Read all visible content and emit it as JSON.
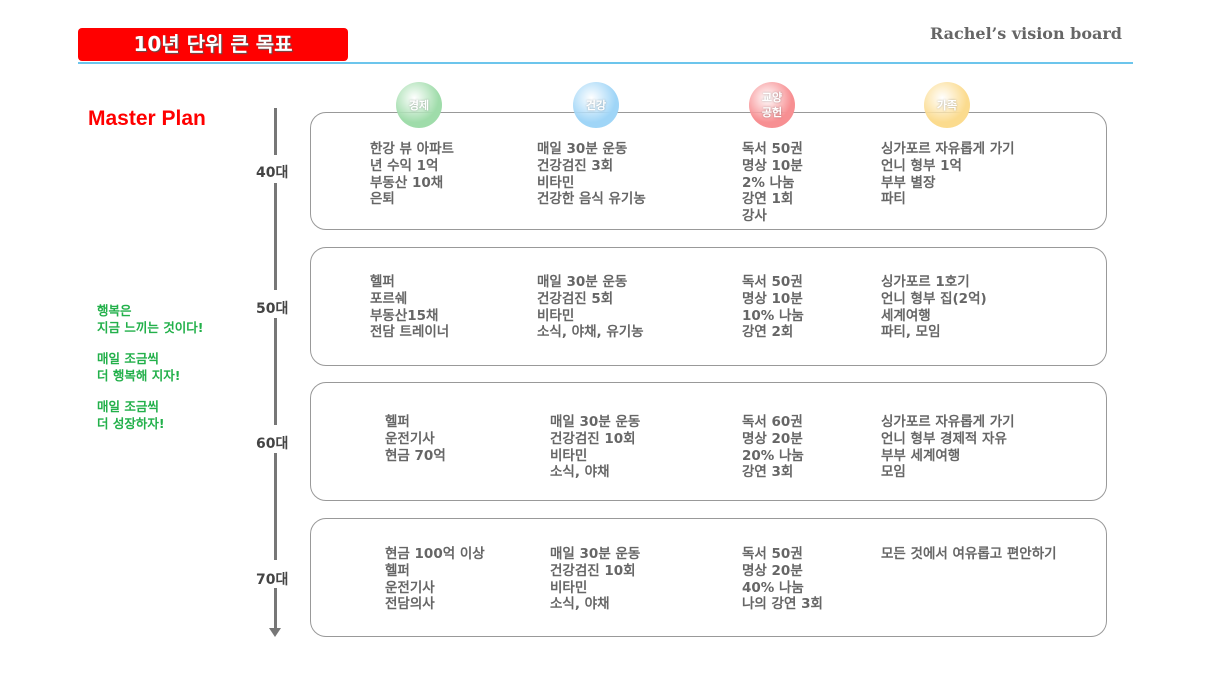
{
  "header": {
    "banner": "10년 단위 큰 목표",
    "board_title": "Rachel’s vision board"
  },
  "sidebar": {
    "master_plan": "Master Plan",
    "quotes": [
      "행복은\n지금 느끼는 것이다!",
      "매일 조금씩\n더 행복해 지자!",
      "매일 조금씩\n더 성장하자!"
    ]
  },
  "categories": [
    {
      "label": "경제",
      "color": "#9fdcaa"
    },
    {
      "label": "건강",
      "color": "#9fd5f7"
    },
    {
      "label": "교양\n공헌",
      "color": "#f78f92"
    },
    {
      "label": "가족",
      "color": "#fbdb8e"
    }
  ],
  "rows": [
    {
      "age": "40대",
      "cells": [
        "한강 뷰 아파트\n년 수익 1억\n부동산 10채\n은퇴",
        "매일 30분 운동\n건강검진 3회\n비타민\n건강한 음식 유기농",
        "독서 50권\n명상 10분\n2% 나눔\n강연 1회\n강사",
        "싱가포르 자유롭게 가기\n언니 형부 1억\n부부 별장\n파티"
      ]
    },
    {
      "age": "50대",
      "cells": [
        "헬퍼\n포르쉐\n부동산15채\n전담 트레이너",
        "매일 30분 운동\n건강검진 5회\n비타민\n소식, 야채, 유기농",
        "독서 50권\n명상 10분\n10% 나눔\n강연 2회",
        "싱가포르 1호기\n언니 형부 집(2억)\n세계여행\n파티, 모임"
      ]
    },
    {
      "age": "60대",
      "cells": [
        "헬퍼\n운전기사\n현금 70억",
        "매일 30분 운동\n건강검진 10회\n비타민\n소식, 야채",
        "독서 60권\n명상 20분\n20% 나눔\n강연 3회",
        "싱가포르 자유롭게 가기\n언니 형부 경제적 자유\n부부 세계여행\n모임"
      ]
    },
    {
      "age": "70대",
      "cells": [
        "현금 100억 이상\n헬퍼\n운전기사\n전담의사",
        "매일 30분 운동\n건강검진 10회\n비타민\n소식, 야채",
        "독서 50권\n명상 20분\n40% 나눔\n나의 강연 3회",
        "모든 것에서 여유롭고 편안하기"
      ]
    }
  ]
}
